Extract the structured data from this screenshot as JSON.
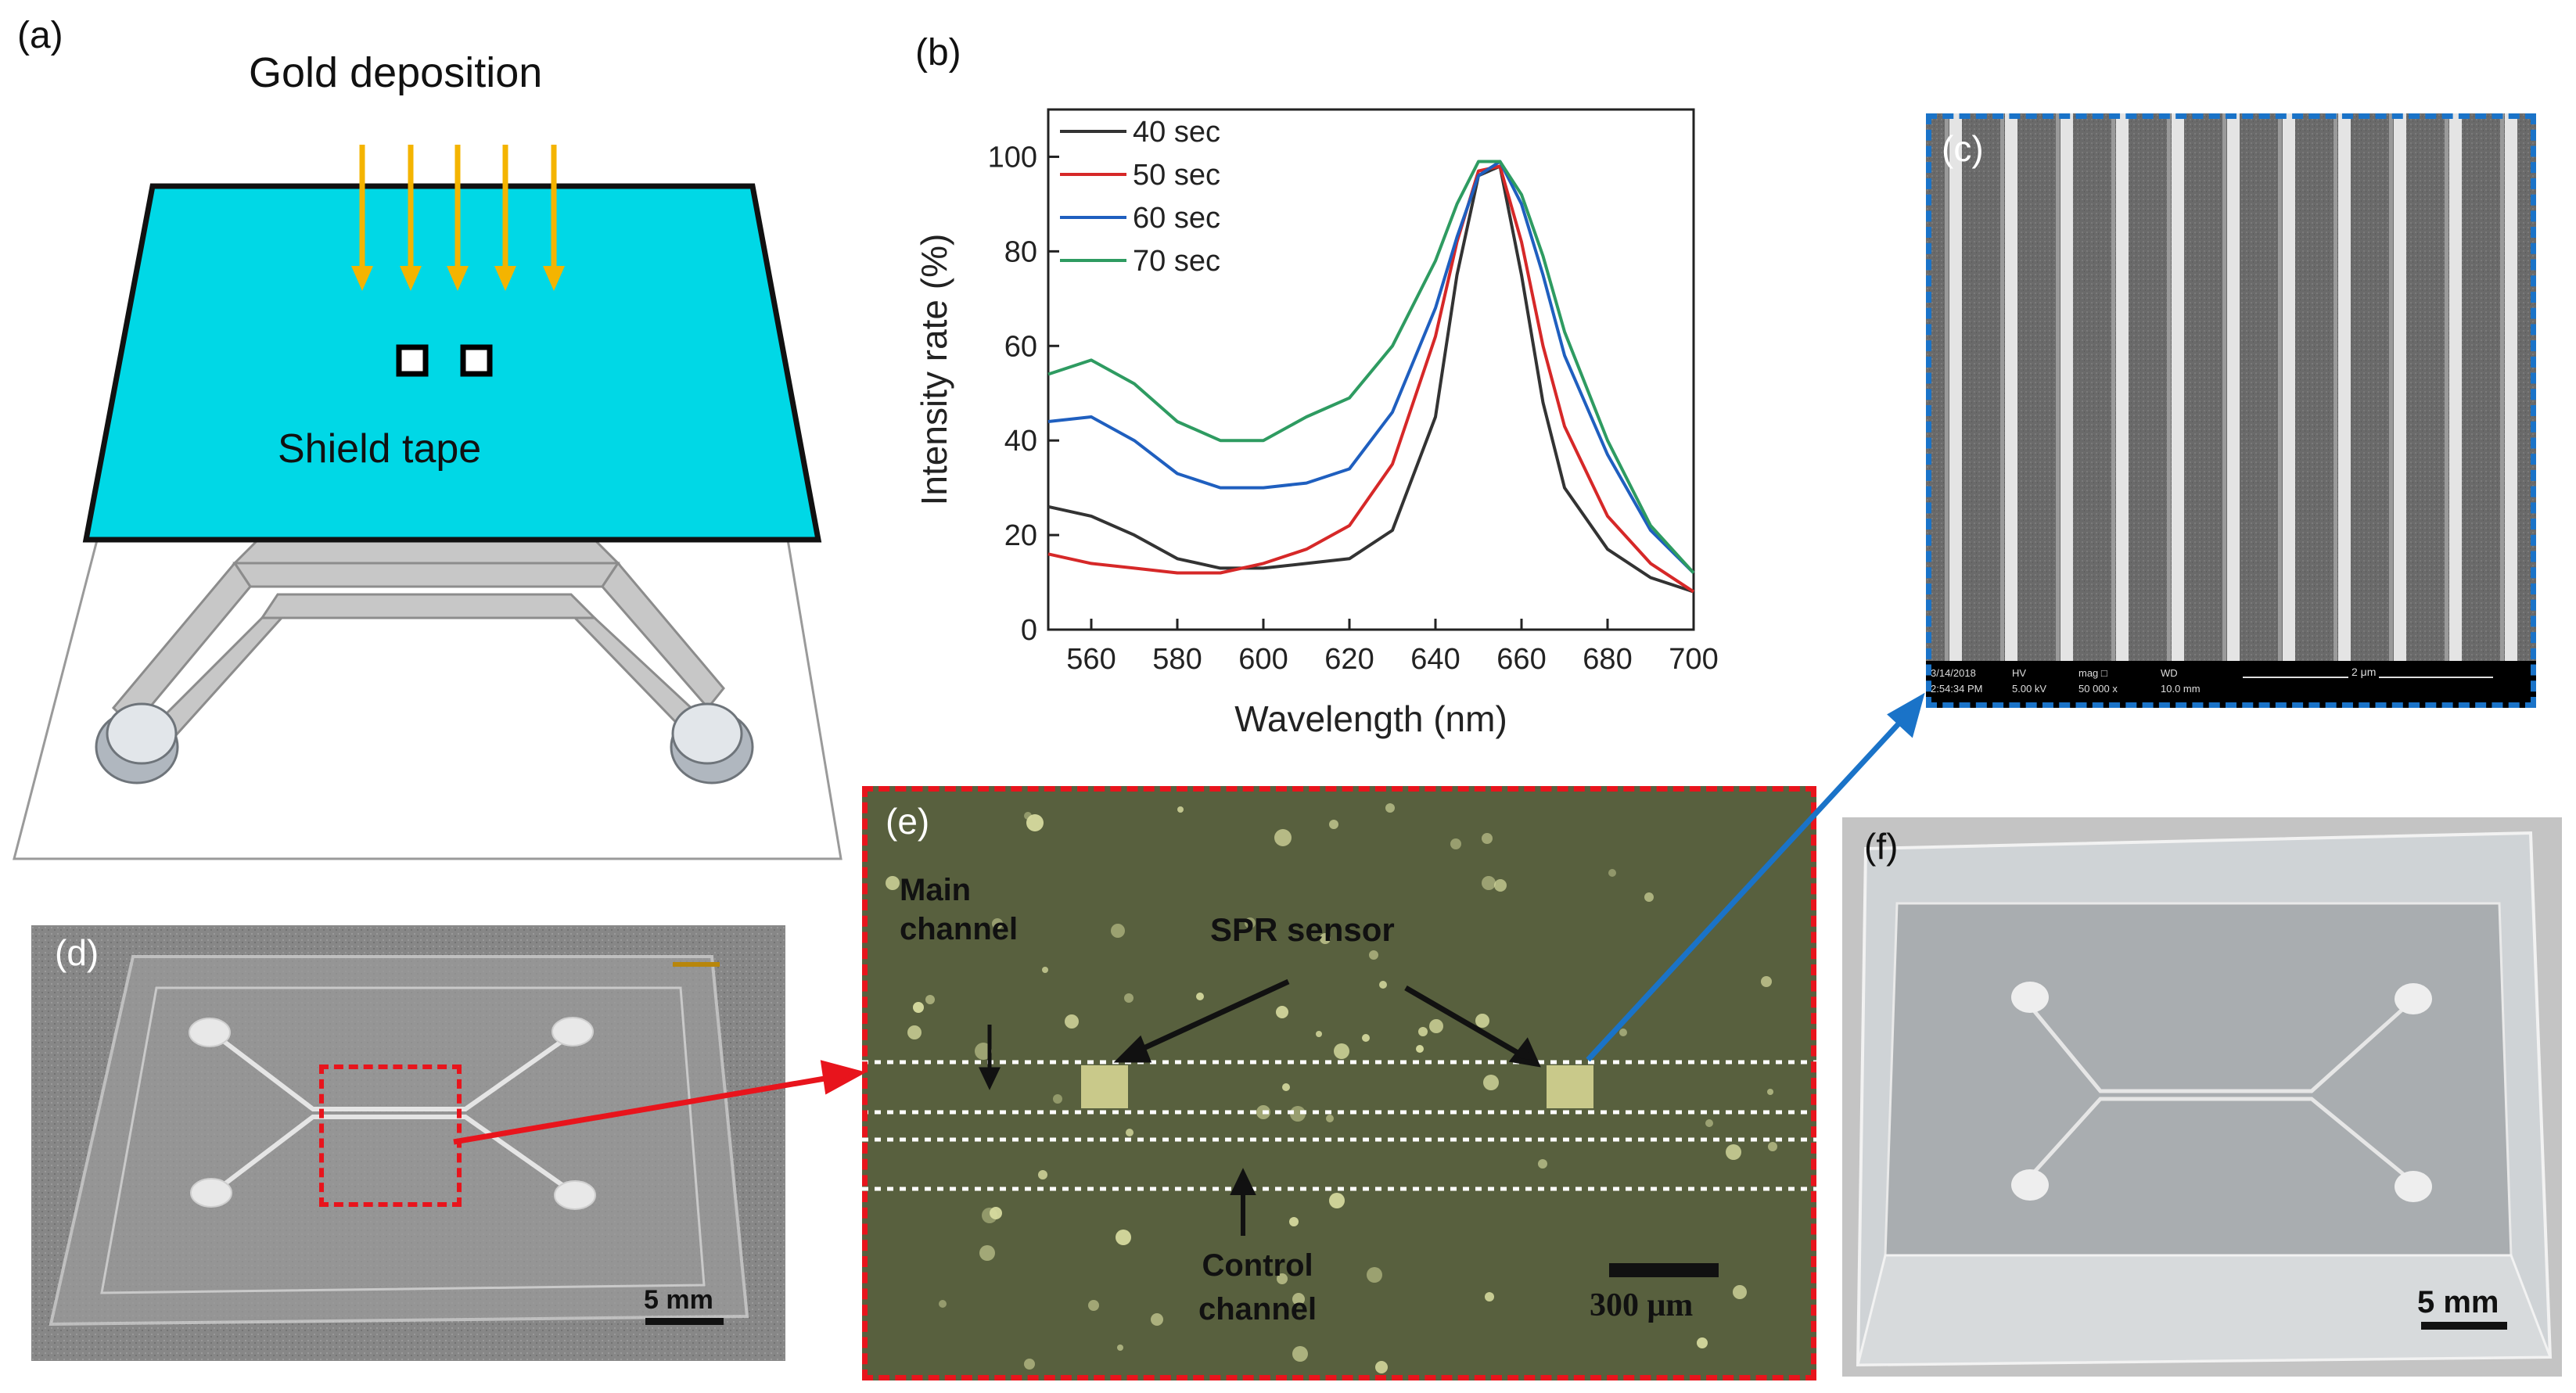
{
  "panels": {
    "a": {
      "letter": "(a)",
      "title": "Gold deposition",
      "tape_label": "Shield tape"
    },
    "b": {
      "letter": "(b)"
    },
    "c": {
      "letter": "(c)",
      "sem_info": {
        "date": "3/14/2018",
        "time": "2:54:34 PM",
        "hv_label": "HV",
        "hv_value": "5.00 kV",
        "mag_label": "mag □",
        "mag_value": "50 000 x",
        "wd_label": "WD",
        "wd_value": "10.0 mm",
        "scale": "2 μm"
      }
    },
    "d": {
      "letter": "(d)",
      "scale_label": "5 mm"
    },
    "e": {
      "letter": "(e)",
      "main_channel_line1": "Main",
      "main_channel_line2": "channel",
      "spr_sensor": "SPR sensor",
      "control_channel_line1": "Control",
      "control_channel_line2": "channel",
      "scale_label": "300 μm"
    },
    "f": {
      "letter": "(f)",
      "scale_label": "5 mm"
    }
  },
  "colors": {
    "cyan_substrate": "#00d8e6",
    "gold_arrow": "#f4b400",
    "dashed_red": "#e8141c",
    "dashed_blue": "#1a73c8",
    "line_40": "#333333",
    "line_50": "#d62828",
    "line_60": "#1f5fbf",
    "line_70": "#2e9b61"
  },
  "chart_data": {
    "type": "line",
    "xlabel": "Wavelength (nm)",
    "ylabel": "Intensity rate (%)",
    "xlim": [
      550,
      700
    ],
    "ylim": [
      0,
      110
    ],
    "xticks": [
      560,
      580,
      600,
      620,
      640,
      660,
      680,
      700
    ],
    "yticks": [
      0,
      20,
      40,
      60,
      80,
      100
    ],
    "legend_position": "top-left",
    "series": [
      {
        "name": "40 sec",
        "color": "#333333",
        "x": [
          550,
          560,
          570,
          580,
          590,
          600,
          610,
          620,
          630,
          640,
          645,
          650,
          655,
          660,
          665,
          670,
          680,
          690,
          700
        ],
        "y": [
          26,
          24,
          20,
          15,
          13,
          13,
          14,
          15,
          21,
          45,
          75,
          96,
          98,
          75,
          48,
          30,
          17,
          11,
          8
        ]
      },
      {
        "name": "50 sec",
        "color": "#d62828",
        "x": [
          550,
          560,
          570,
          580,
          590,
          600,
          610,
          620,
          630,
          640,
          645,
          650,
          655,
          660,
          665,
          670,
          680,
          690,
          700
        ],
        "y": [
          16,
          14,
          13,
          12,
          12,
          14,
          17,
          22,
          35,
          62,
          82,
          97,
          98,
          82,
          60,
          43,
          24,
          14,
          8
        ]
      },
      {
        "name": "60 sec",
        "color": "#1f5fbf",
        "x": [
          550,
          560,
          570,
          580,
          590,
          600,
          610,
          620,
          630,
          640,
          645,
          650,
          655,
          660,
          665,
          670,
          680,
          690,
          700
        ],
        "y": [
          44,
          45,
          40,
          33,
          30,
          30,
          31,
          34,
          46,
          68,
          83,
          96,
          99,
          90,
          75,
          58,
          37,
          21,
          12
        ]
      },
      {
        "name": "70 sec",
        "color": "#2e9b61",
        "x": [
          550,
          560,
          570,
          580,
          590,
          600,
          610,
          620,
          630,
          640,
          645,
          650,
          655,
          660,
          665,
          670,
          680,
          690,
          700
        ],
        "y": [
          54,
          57,
          52,
          44,
          40,
          40,
          45,
          49,
          60,
          78,
          90,
          99,
          99,
          92,
          79,
          63,
          40,
          22,
          12
        ]
      }
    ]
  }
}
